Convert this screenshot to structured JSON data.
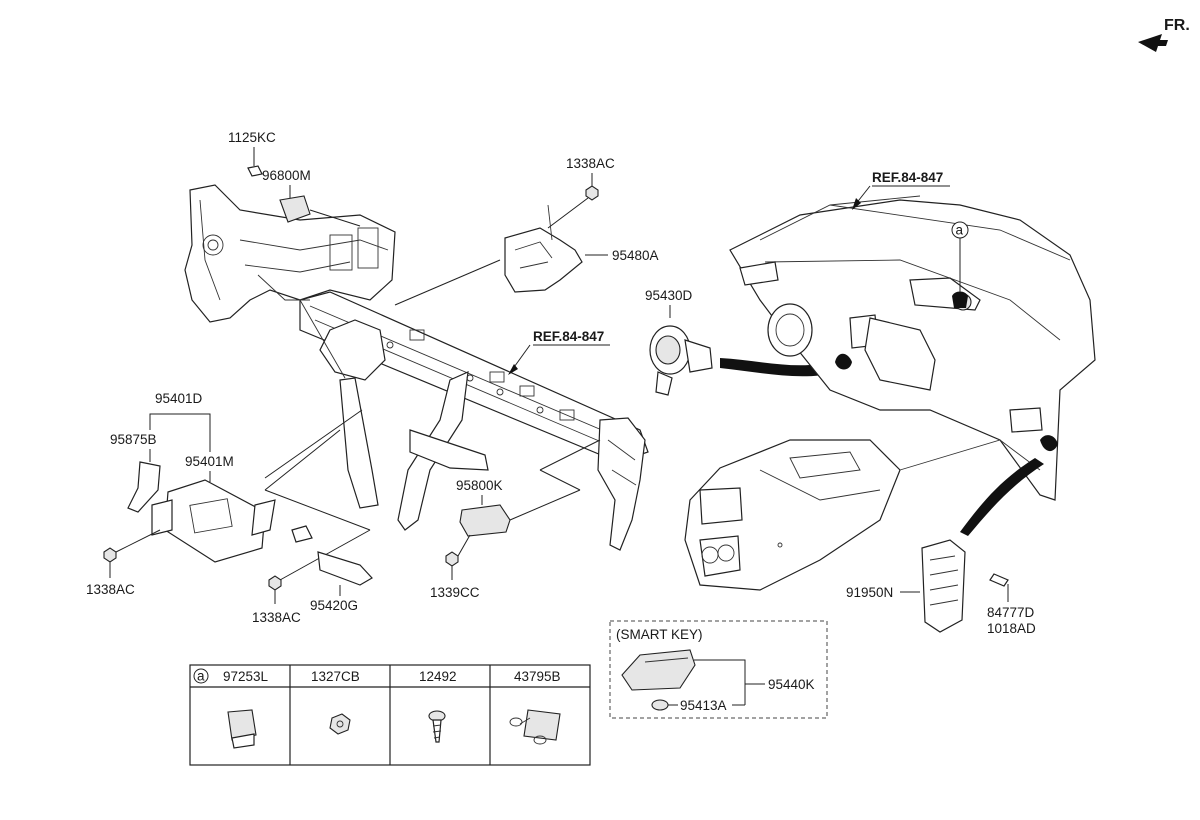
{
  "orientation": {
    "label": "FR."
  },
  "references": {
    "ref_center": "REF.84-847",
    "ref_right": "REF.84-847"
  },
  "parts": {
    "p1125KC": "1125KC",
    "p96800M": "96800M",
    "p1338AC_top": "1338AC",
    "p95480A": "95480A",
    "p95430D": "95430D",
    "p95401D": "95401D",
    "p95875B": "95875B",
    "p95401M": "95401M",
    "p1338AC_left": "1338AC",
    "p1338AC_mid": "1338AC",
    "p95420G": "95420G",
    "p95800K": "95800K",
    "p1339CC": "1339CC",
    "p91950N": "91950N",
    "p84777D": "84777D",
    "p1018AD": "1018AD"
  },
  "smart_key": {
    "title": "(SMART KEY)",
    "p95440K": "95440K",
    "p95413A": "95413A"
  },
  "circle_marker": "a",
  "legend_table": {
    "marker": "a",
    "columns": [
      "97253L",
      "1327CB",
      "12492",
      "43795B"
    ]
  }
}
